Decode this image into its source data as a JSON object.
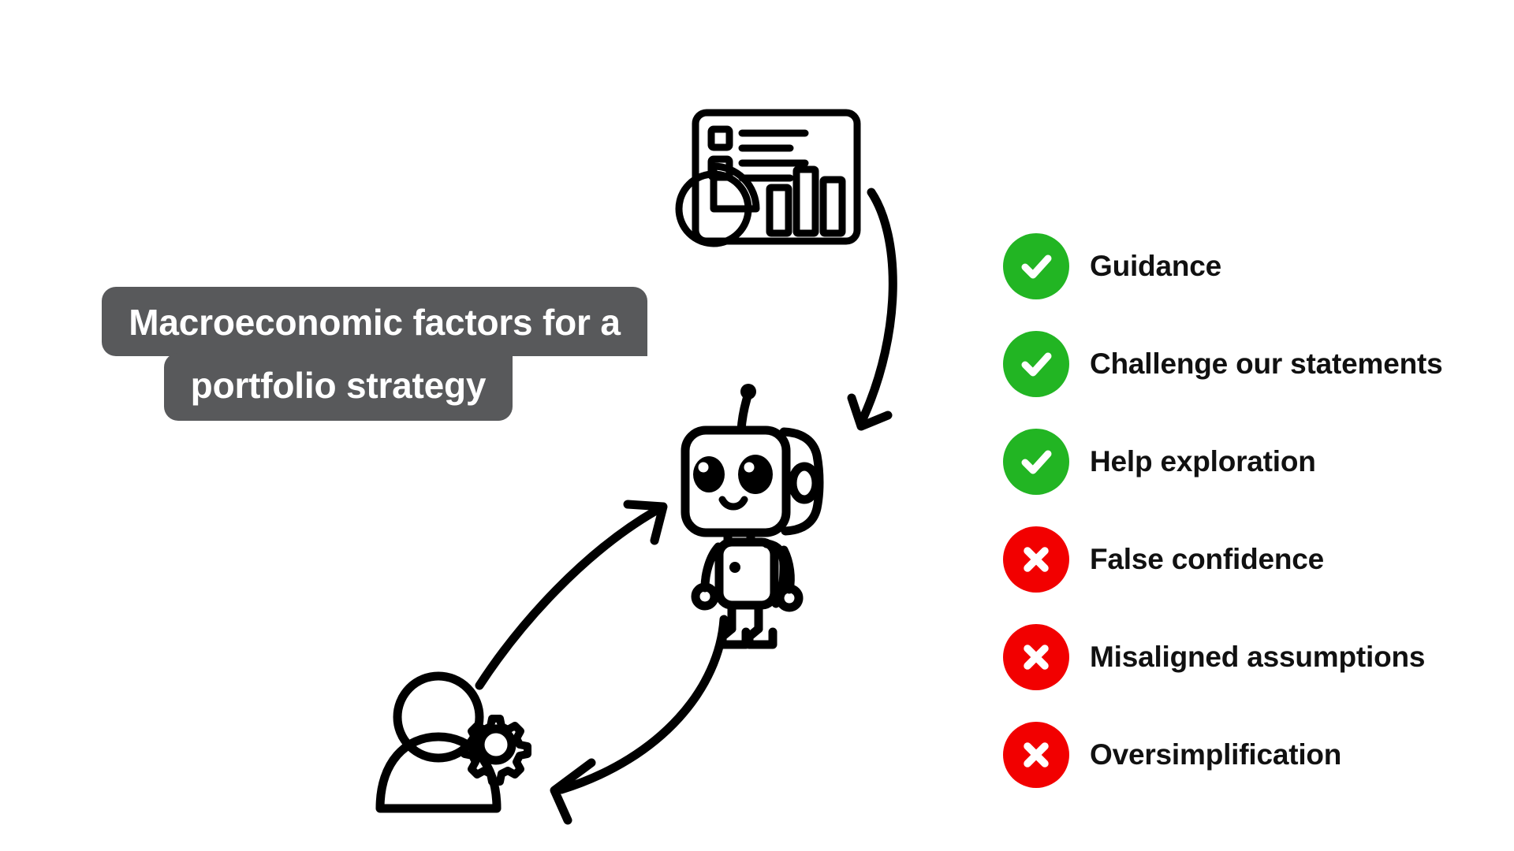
{
  "background_color": "#ffffff",
  "speech_bubble": {
    "name": "user-prompt-callout",
    "background_color": "#58595b",
    "text_color": "#ffffff",
    "line_1": "Macroeconomic factors for a",
    "line_2": "portfolio strategy",
    "full_text": "Macroeconomic factors for a portfolio strategy"
  },
  "icons": {
    "dashboard": "dashboard-report-icon",
    "robot": "robot-assistant-icon",
    "person": "person-with-gear-icon",
    "arrow_dashboard_to_robot": "curved-arrow-down-icon",
    "arrow_person_to_robot": "curved-arrow-up-right-icon",
    "arrow_robot_to_person": "curved-arrow-down-left-icon"
  },
  "outcomes": {
    "good_color": "#22b523",
    "bad_color": "#f20000",
    "items": [
      {
        "label": "Guidance",
        "status": "good",
        "icon": "check-circle-icon"
      },
      {
        "label": "Challenge our statements",
        "status": "good",
        "icon": "check-circle-icon"
      },
      {
        "label": "Help exploration",
        "status": "good",
        "icon": "check-circle-icon"
      },
      {
        "label": "False confidence",
        "status": "bad",
        "icon": "x-circle-icon"
      },
      {
        "label": "Misaligned assumptions",
        "status": "bad",
        "icon": "x-circle-icon"
      },
      {
        "label": "Oversimplification",
        "status": "bad",
        "icon": "x-circle-icon"
      }
    ]
  }
}
